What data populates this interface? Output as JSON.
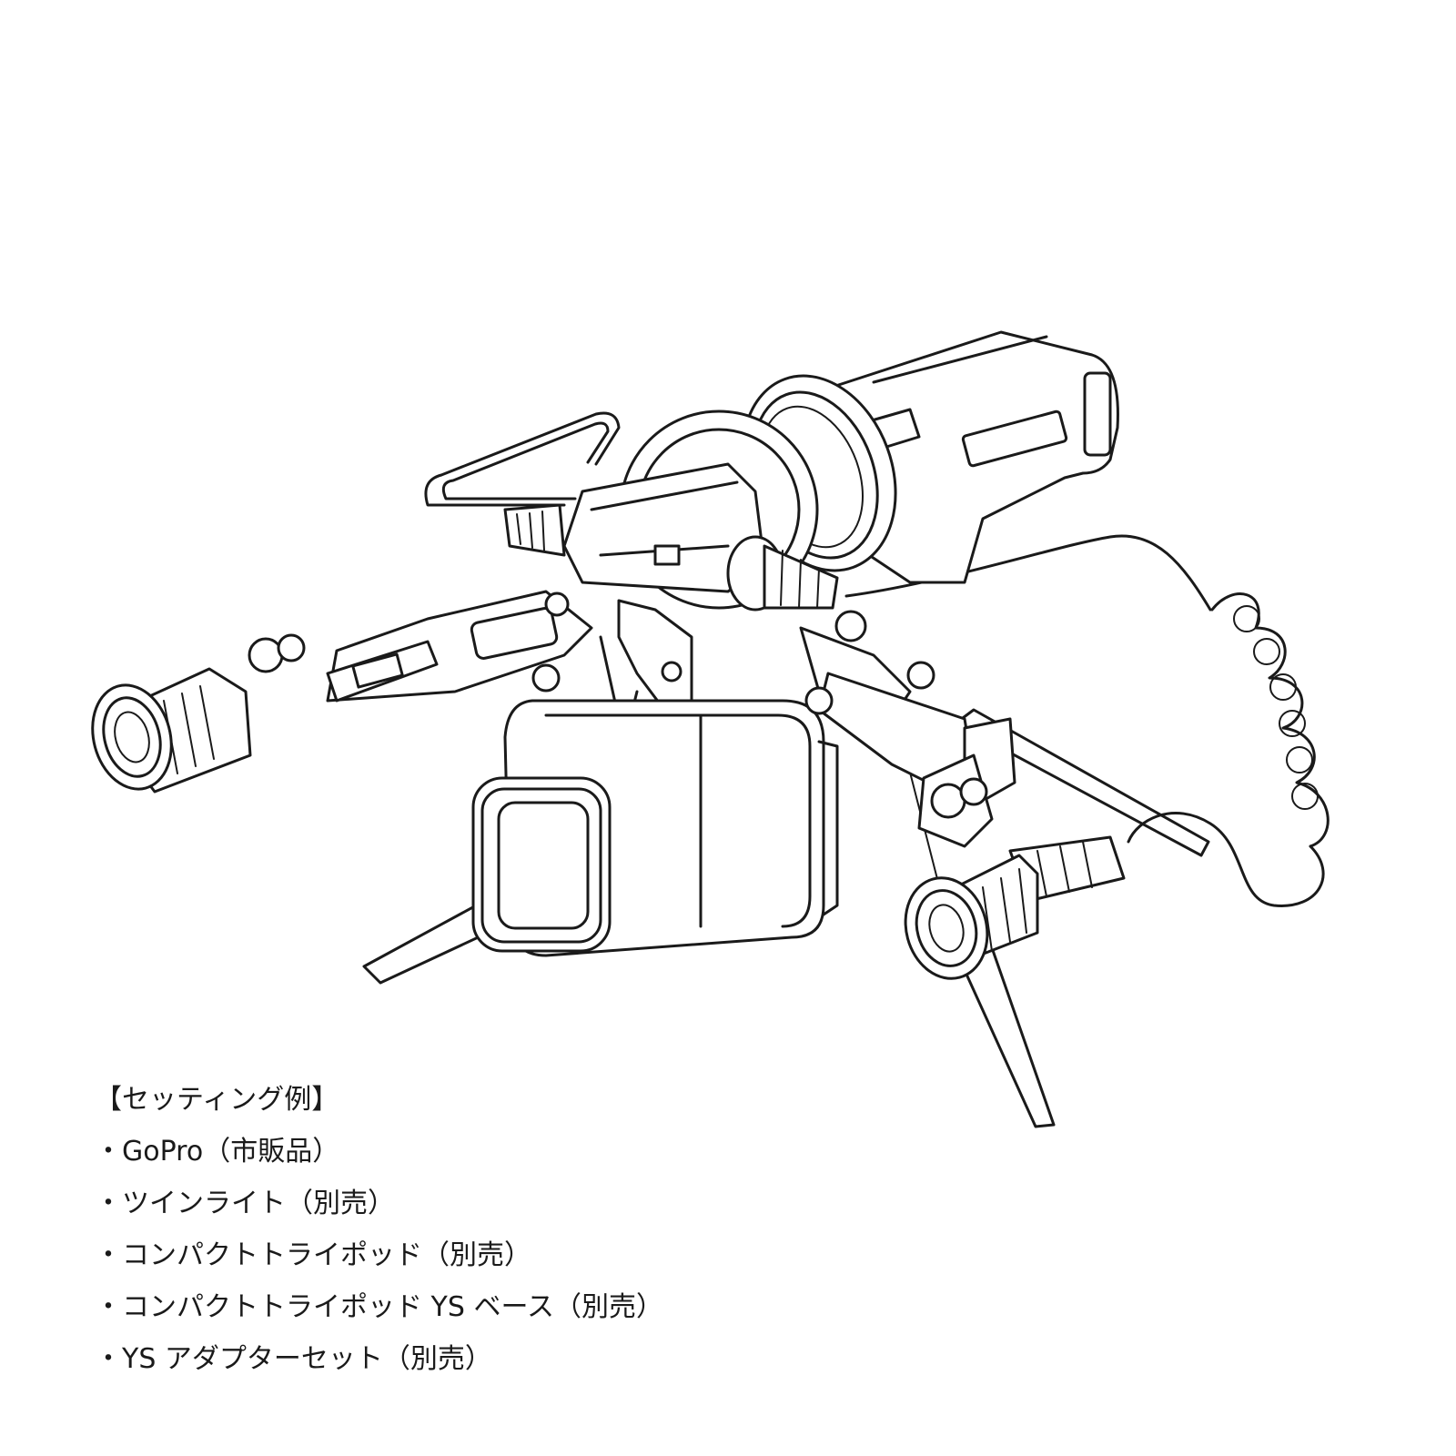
{
  "legend": {
    "heading": "【セッティング例】",
    "items": [
      "・GoPro（市販品）",
      "・ツインライト（別売）",
      "・コンパクトトライポッド（別売）",
      "・コンパクトトライポッド YS ベース（別売）",
      "・YS アダプターセット（別売）"
    ]
  },
  "illustration": {
    "style": "black line art on white",
    "line_color": "#1a1a1a",
    "background_color": "#ffffff"
  }
}
